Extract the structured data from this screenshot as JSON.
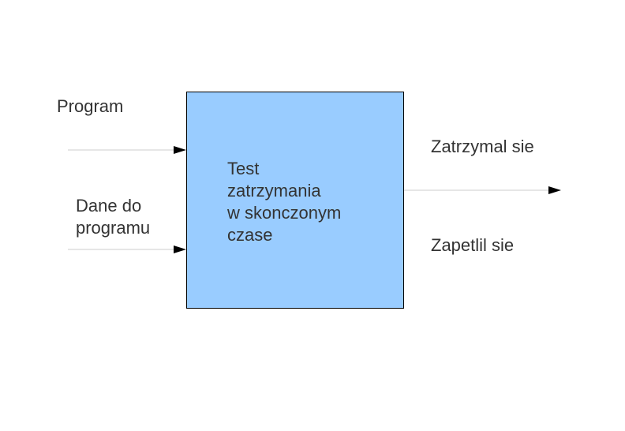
{
  "diagram": {
    "process": {
      "label": "Test\nzatrzymania\nw skonczonym\nczase",
      "fill": "#99ccff",
      "stroke": "#000000"
    },
    "inputs": [
      {
        "label": "Program"
      },
      {
        "label": "Dane do\nprogramu"
      }
    ],
    "outputs": [
      {
        "label": "Zatrzymal sie"
      },
      {
        "label": "Zapetlil sie"
      }
    ],
    "colors": {
      "text": "#333333",
      "arrow_line": "#cccccc",
      "arrow_head": "#000000"
    }
  }
}
